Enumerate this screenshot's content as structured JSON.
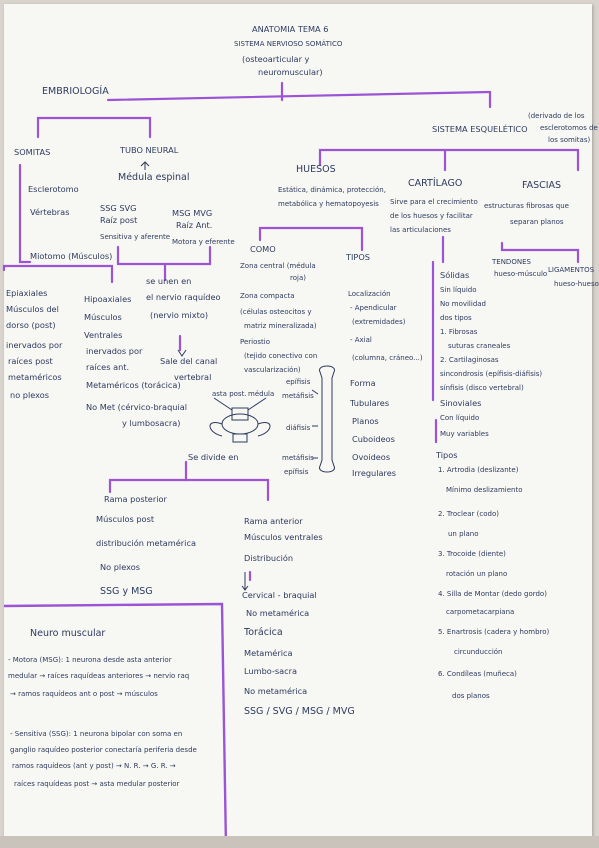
{
  "title": {
    "line1": "ANATOMIA TEMA 6",
    "line2": "SISTEMA NERVIOSO SOMÁTICO",
    "line3": "(osteoarticular y",
    "line4": "neuromuscular)"
  },
  "embriologia": {
    "header": "EMBRIOLOGÍA",
    "somitas": {
      "header": "SOMITAS",
      "items": [
        "Esclerotomo",
        "Vértebras",
        "Miotomo (Músculos)"
      ],
      "epiaxiales": [
        "Epiaxiales",
        "Músculos del",
        "dorso (post)",
        "inervados por",
        "raíces post",
        "metaméricos",
        "no plexos"
      ],
      "hipoaxiales": [
        "Hipoaxiales",
        "Músculos",
        "Ventrales",
        "inervados por",
        "raíces ant.",
        "Metaméricos (torácica)",
        "No Met (cérvico-braquial",
        "y lumbosacra)"
      ]
    },
    "tubo_neural": {
      "header": "TUBO NEURAL",
      "medula": "Médula espinal",
      "ssg": [
        "SSG SVG",
        "Raíz post",
        "Sensitiva y aferente"
      ],
      "msg": [
        "MSG MVG",
        "Raíz Ant.",
        "Motora y eferente"
      ],
      "union": [
        "se unen en",
        "el nervio raquídeo",
        "(nervio mixto)"
      ],
      "sale": [
        "Sale del canal",
        "vertebral"
      ]
    }
  },
  "nervio_raquideo": {
    "labels": [
      "asta post.",
      "médula"
    ],
    "se_divide": "Se divide en",
    "rama_posterior": [
      "Rama posterior",
      "Músculos post",
      "distribución metamérica",
      "No plexos",
      "SSG y MSG"
    ],
    "rama_anterior": [
      "Rama anterior",
      "Músculos ventrales",
      "Distribución",
      "↓",
      "Cervical - braquial",
      "No metamérica",
      "Torácica",
      "Metamérica",
      "Lumbo-sacra",
      "No metamérica",
      "SSG / SVG / MSG / MVG"
    ]
  },
  "neuromuscular": {
    "header": "Neuro muscular",
    "motora": [
      "- Motora (MSG): 1 neurona desde asta anterior",
      "medular → raíces raquídeas anteriores → nervio raq",
      "→ ramos raquídeos ant o post → músculos"
    ],
    "sensitiva": [
      "- Sensitiva (SSG): 1 neurona bipolar con soma en",
      "ganglio raquídeo posterior conectaría periferia desde",
      "ramos raquídeos (ant y post) → N. R. → G. R. →",
      "raíces raquídeas post → asta medular posterior"
    ]
  },
  "sistema_esqueletico": {
    "header": "SISTEMA ESQUELÉTICO",
    "note": [
      "(derivado de los",
      "esclerotomos de",
      "los somitas)"
    ],
    "huesos": {
      "header": "HUESOS",
      "desc": [
        "Estática, dinámica, protección,",
        "metabólica y hematopoyesis"
      ],
      "como": {
        "header": "COMO",
        "items": [
          "Zona central (médula",
          "roja)",
          "Zona compacta",
          "(células osteocitos y",
          "matriz mineralizada)",
          "Periostio",
          "(tejido conectivo con",
          "vascularización)"
        ]
      },
      "tipos": {
        "header": "TIPOS",
        "items": [
          "Localización",
          "- Apendicular",
          "(extremidades)",
          "- Axial",
          "(columna, cráneo...)",
          "Forma",
          "Tubulares",
          "Planos",
          "Cuboideos",
          "Ovoideos",
          "Irregulares"
        ]
      },
      "bone_labels": [
        "epífisis",
        "metáfisis",
        "diáfisis",
        "metáfisis",
        "epífisis"
      ]
    },
    "cartilago": {
      "header": "CARTÍLAGO",
      "desc": [
        "Sirve para el crecimiento",
        "de los huesos y facilitar",
        "las articulaciones"
      ],
      "solidas": [
        "Sólidas",
        "Sin líquido",
        "No movilidad",
        "dos tipos",
        "1. Fibrosas",
        "suturas craneales",
        "2. Cartilaginosas",
        "sincondrosis (epífisis-diáfisis)",
        "sínfisis (disco vertebral)"
      ],
      "sinoviales": [
        "Sinoviales",
        "Con líquido",
        "Muy variables"
      ],
      "tipos": [
        "Tipos",
        "1. Artrodia (deslizante)",
        "Mínimo deslizamiento",
        "2. Troclear (codo)",
        "un plano",
        "3. Trocoide (diente)",
        "rotación un plano",
        "4. Silla de Montar (dedo gordo)",
        "carpometacarpiana",
        "5. Enartrosis (cadera y hombro)",
        "circunducción",
        "6. Condíleas (muñeca)",
        "dos planos"
      ]
    },
    "fascias": {
      "header": "FASCIAS",
      "desc": [
        "estructuras fibrosas que",
        "separan planos"
      ],
      "tendones": [
        "TENDONES",
        "hueso-músculo"
      ],
      "ligamentos": [
        "LIGAMENTOS",
        "hueso-hueso"
      ]
    }
  }
}
